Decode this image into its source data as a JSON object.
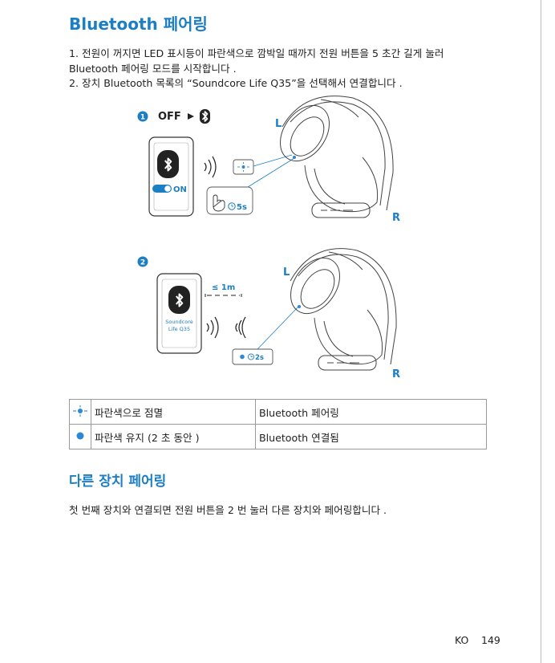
{
  "title": "Bluetooth 페어링",
  "steps": [
    "1. 전원이 꺼지면 LED 표시등이 파란색으로 깜박일 때까지 전원 버튼을 5 초간 길게 눌러 Bluetooth 페어링 모드를 시작합니다 .",
    "2. 장치 Bluetooth 목록의 “Soundcore Life Q35”을 선택해서 연결합니다 ."
  ],
  "illustration": {
    "step1_num": "1",
    "off_label": "OFF",
    "on_label": "ON",
    "press_duration": "5s",
    "left_label": "L",
    "right_label": "R",
    "step2_num": "2",
    "distance": "≤ 1m",
    "device_name_line1": "Soundcore",
    "device_name_line2": "Life Q35",
    "press_duration2": "2s"
  },
  "legend": [
    {
      "icon": "blue-flash-icon",
      "status": "파란색으로 점멸",
      "meaning": "Bluetooth 페어링"
    },
    {
      "icon": "blue-dot-icon",
      "status": "파란색 유지 (2 초 동안 )",
      "meaning": "Bluetooth 연결됨"
    }
  ],
  "section2_title": "다른 장치 페어링",
  "section2_text": "첫 번째 장치와 연결되면 전원 버튼을 2 번 눌러 다른 장치와 페어링합니다 .",
  "footer": {
    "lang": "KO",
    "page": "149"
  },
  "colors": {
    "accent": "#1c7fc4",
    "led": "#2a8ad8"
  }
}
